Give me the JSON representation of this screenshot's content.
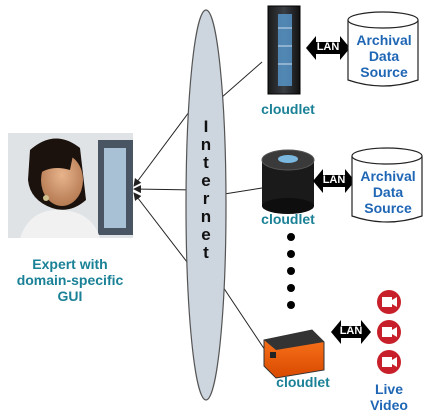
{
  "expert": {
    "label_line1": "Expert with",
    "label_line2": "domain-specific",
    "label_line3": "GUI"
  },
  "internet": {
    "letters": [
      "I",
      "n",
      "t",
      "e",
      "r",
      "n",
      "e",
      "t"
    ]
  },
  "cloudlets": [
    {
      "label": "cloudlet",
      "link": "LAN",
      "source_lines": [
        "Archival",
        "Data",
        "Source"
      ]
    },
    {
      "label": "cloudlet",
      "link": "LAN",
      "source_lines": [
        "Archival",
        "Data",
        "Source"
      ]
    },
    {
      "label": "cloudlet",
      "link": "LAN",
      "source_lines": [
        "Live",
        "Video"
      ]
    }
  ],
  "colors": {
    "label_teal": "#1a8196",
    "label_blue": "#1f66b5",
    "camera_red": "#c8202a"
  }
}
